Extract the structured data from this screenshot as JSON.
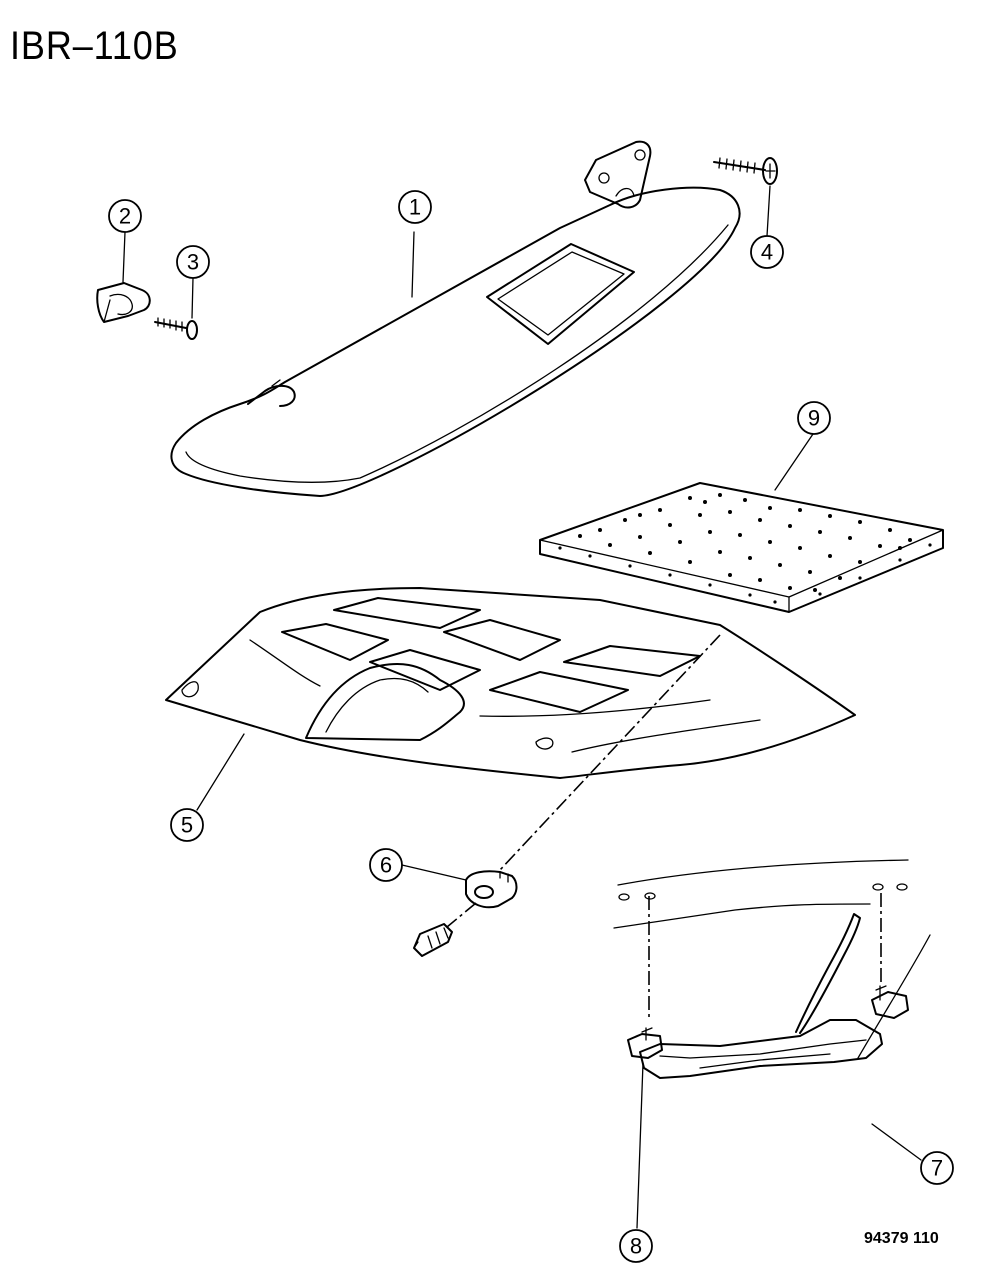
{
  "header": {
    "code": "IBR–110B"
  },
  "footer": {
    "drawing_number": "94379  110"
  },
  "callouts": {
    "c1": "1",
    "c2": "2",
    "c3": "3",
    "c4": "4",
    "c5": "5",
    "c6": "6",
    "c7": "7",
    "c8": "8",
    "c9": "9"
  }
}
